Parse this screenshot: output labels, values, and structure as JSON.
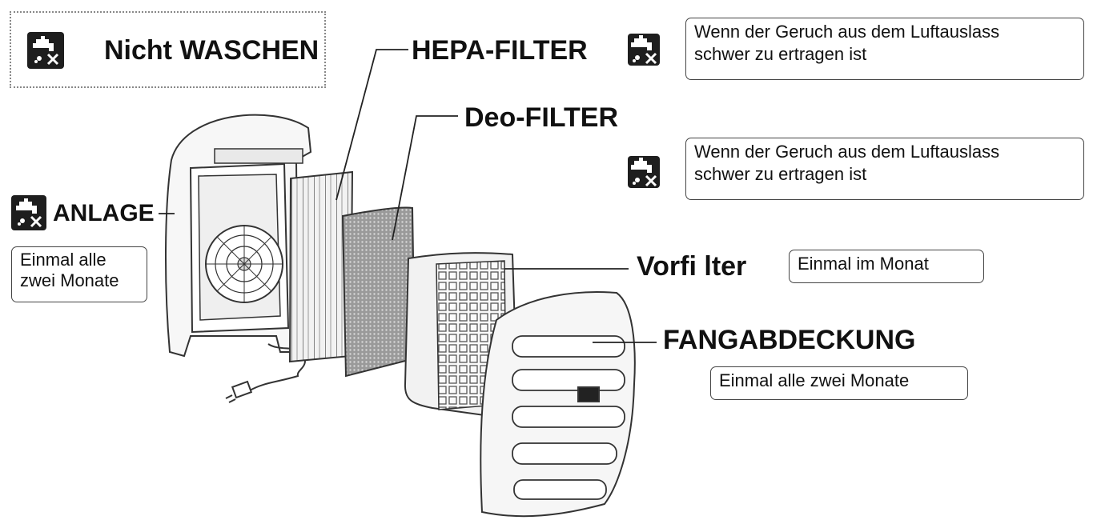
{
  "legend": {
    "label": "Nicht WASCHEN",
    "icon": "no-wash-icon"
  },
  "components": {
    "hepa": {
      "label": "HEPA-FILTER",
      "note": [
        "Wenn der Geruch aus dem Luftauslass",
        "schwer zu ertragen ist"
      ],
      "icon": "no-wash-icon"
    },
    "deo": {
      "label": "Deo-FILTER",
      "note": [
        "Wenn der Geruch aus dem Luftauslass",
        "schwer zu ertragen ist"
      ],
      "icon": "no-wash-icon"
    },
    "unit": {
      "label": "ANLAGE",
      "note": [
        "Einmal alle",
        "zwei Monate"
      ],
      "icon": "no-wash-icon"
    },
    "prefilter": {
      "label": "Vorfi lter",
      "note": [
        "Einmal im Monat"
      ]
    },
    "cover": {
      "label": "FANGABDECKUNG",
      "note": [
        "Einmal alle zwei Monate"
      ]
    }
  },
  "colors": {
    "icon_bg": "#1e1e1e",
    "line": "#222222",
    "outline": "#333333",
    "fill_light": "#f4f4f4"
  }
}
